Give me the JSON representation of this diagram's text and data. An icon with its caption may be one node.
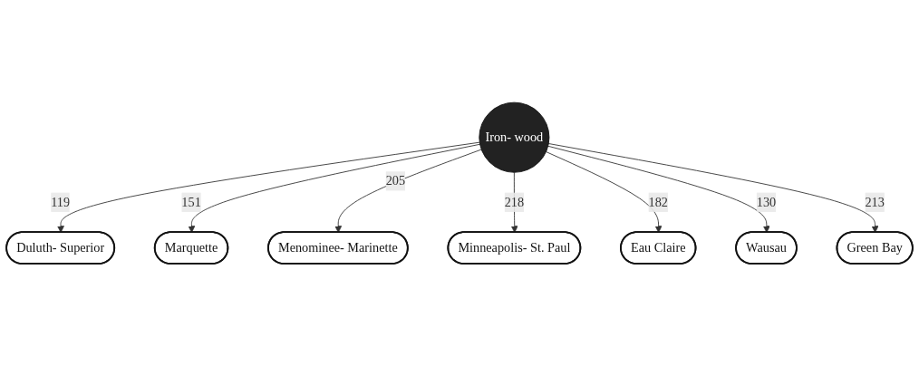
{
  "diagram": {
    "nodes": [
      {
        "text": [
          "Duluth- Superior"
        ]
      },
      {
        "text": [
          "Iron- wood"
        ]
      },
      {
        "text": [
          "Marquette"
        ]
      },
      {
        "text": [
          "Minneapolis- St. Paul"
        ]
      },
      {
        "text": [
          "Menominee- Marinette"
        ]
      },
      {
        "text": [
          "Eau Claire"
        ]
      },
      {
        "text": [
          "Wausau"
        ]
      },
      {
        "text": [
          "Green Bay"
        ]
      }
    ],
    "edges": [
      {
        "from": 1,
        "to": 0,
        "arrow": "to",
        "label": "119"
      },
      {
        "from": 1,
        "to": 2,
        "arrow": "to",
        "label": "151"
      },
      {
        "from": 1,
        "to": 4,
        "arrow": "to",
        "label": "205"
      },
      {
        "from": 1,
        "to": 3,
        "arrow": "to",
        "label": "218"
      },
      {
        "from": 1,
        "to": 5,
        "arrow": "to",
        "label": "182"
      },
      {
        "from": 1,
        "to": 6,
        "arrow": "to",
        "label": "130"
      },
      {
        "from": 1,
        "to": 7,
        "arrow": "to",
        "label": "213"
      }
    ]
  }
}
